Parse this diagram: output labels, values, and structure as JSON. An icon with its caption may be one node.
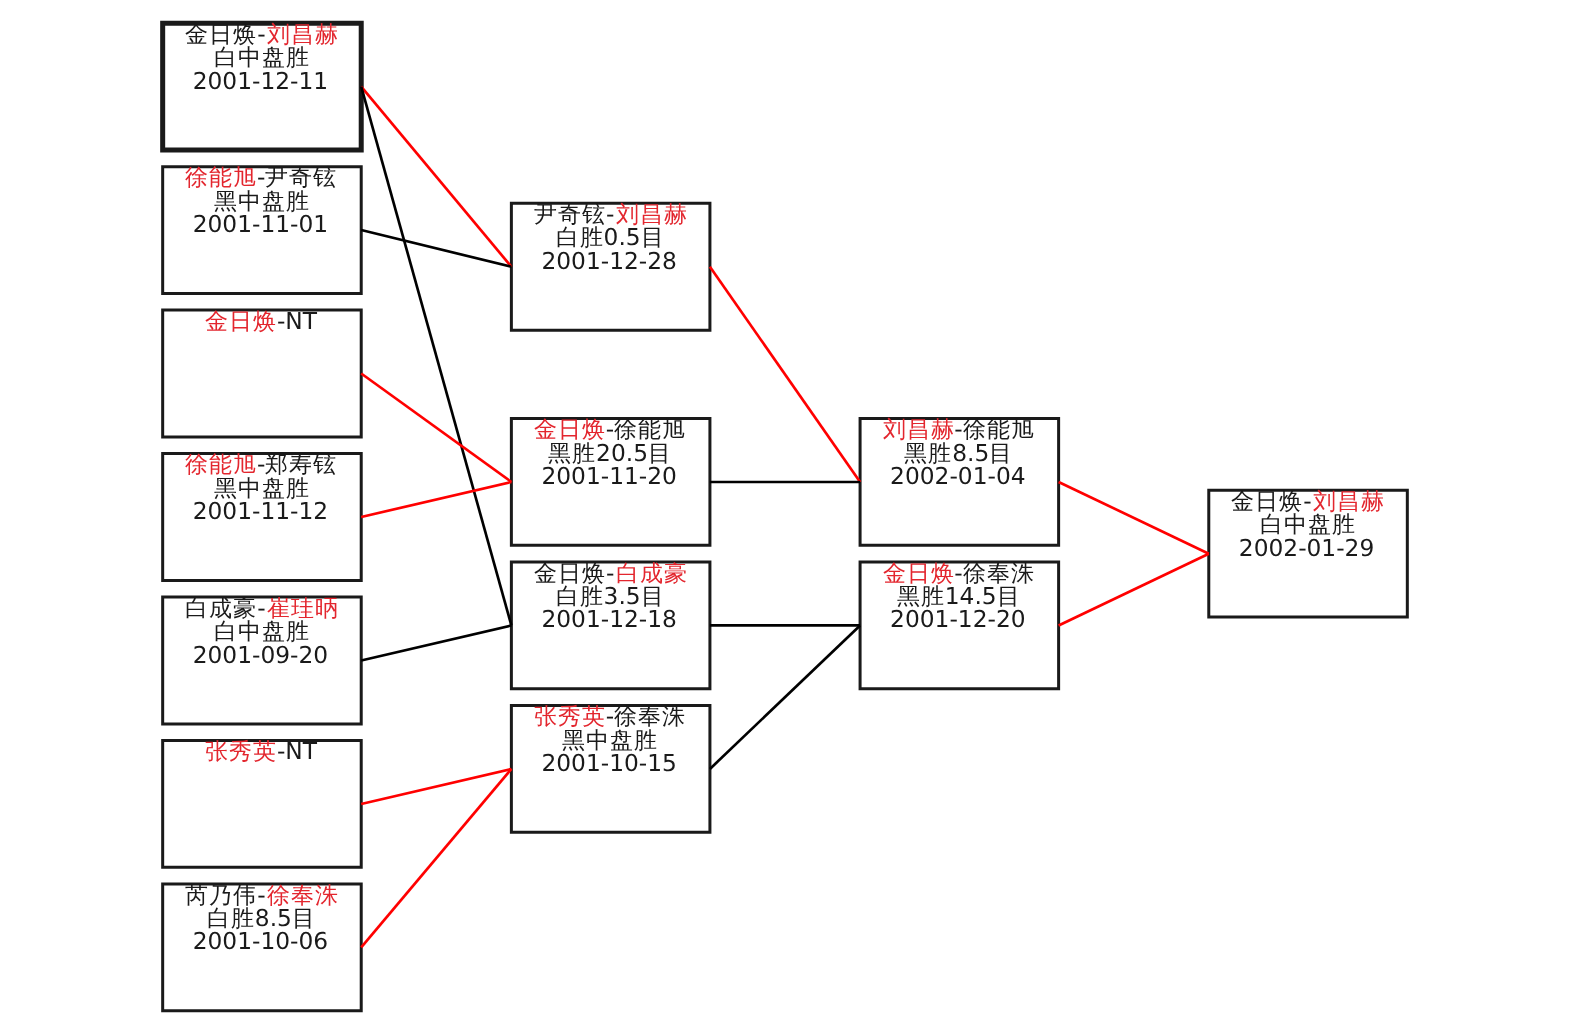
{
  "diagram": {
    "nodes": [
      {
        "text": [
          "金日焕-刘昌赫",
          "白中盘胜",
          "2001-12-11"
        ]
      },
      {
        "text": [
          "徐能旭-尹奇铉",
          "黑中盘胜",
          "2001-11-01"
        ]
      },
      {
        "text": [
          "金日焕-NT"
        ]
      },
      {
        "text": [
          "徐能旭-郑寿铉",
          "黑中盘胜",
          "2001-11-12"
        ]
      },
      {
        "text": [
          "白成豪-崔珪昞",
          "白中盘胜",
          "2001-09-20"
        ]
      },
      {
        "text": [
          "张秀英-NT"
        ]
      },
      {
        "text": [
          "芮乃伟-徐奉洙",
          "白胜8.5目",
          "2001-10-06"
        ]
      },
      {
        "text": [
          "尹奇铉-刘昌赫",
          "白胜0.5目",
          "2001-12-28"
        ]
      },
      {
        "text": [
          "金日焕-徐能旭",
          "黑胜20.5目",
          "2001-11-20"
        ]
      },
      {
        "text": [
          "金日焕-白成豪",
          "白胜3.5目",
          "2001-12-18"
        ]
      },
      {
        "text": [
          "张秀英-徐奉洙",
          "黑中盘胜",
          "2001-10-15"
        ]
      },
      {
        "text": [
          "刘昌赫-徐能旭",
          "黑胜8.5目",
          "2002-01-04"
        ]
      },
      {
        "text": [
          "金日焕-徐奉洙",
          "黑胜14.5目",
          "2001-12-20"
        ]
      },
      {
        "text": [
          "金日焕-刘昌赫",
          "白中盘胜",
          "2002-01-29"
        ]
      }
    ],
    "edges": [
      {
        "from": 0,
        "to": 7,
        "arrow": "none"
      },
      {
        "from": 1,
        "to": 7,
        "arrow": "none",
        "color": "#000000"
      },
      {
        "from": 0,
        "to": 9,
        "arrow": "none",
        "color": "#000000"
      },
      {
        "from": 2,
        "to": 8,
        "arrow": "none"
      },
      {
        "from": 3,
        "to": 8,
        "arrow": "none"
      },
      {
        "from": 4,
        "to": 9,
        "arrow": "none",
        "color": "#000000"
      },
      {
        "from": 5,
        "to": 10,
        "arrow": "none"
      },
      {
        "from": 6,
        "to": 10,
        "arrow": "none"
      },
      {
        "from": 7,
        "to": 11,
        "arrow": "none"
      },
      {
        "from": 8,
        "to": 11,
        "arrow": "none",
        "color": "#000000"
      },
      {
        "from": 9,
        "to": 12,
        "arrow": "none",
        "color": "#000000"
      },
      {
        "from": 10,
        "to": 12,
        "arrow": "none",
        "color": "#000000"
      },
      {
        "from": 11,
        "to": 13,
        "arrow": "none"
      },
      {
        "from": 12,
        "to": 13,
        "arrow": "none"
      }
    ]
  }
}
